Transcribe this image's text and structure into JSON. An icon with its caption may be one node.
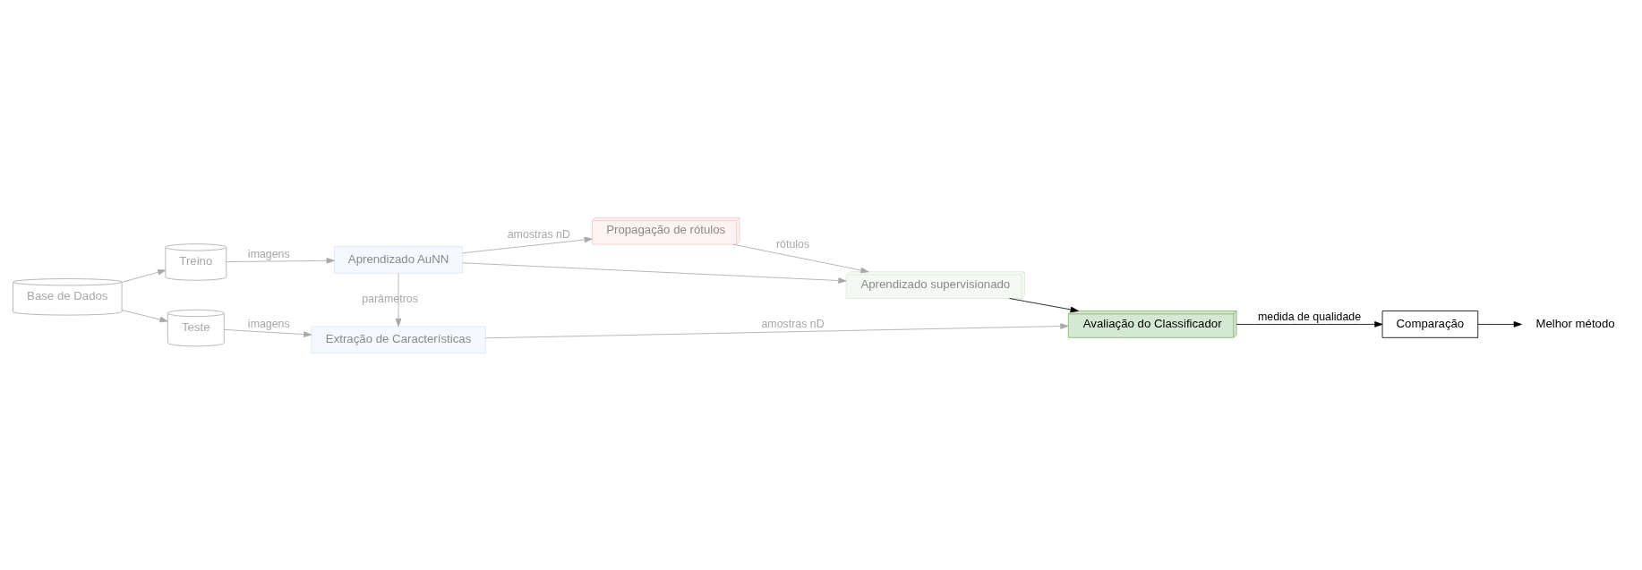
{
  "diagram": {
    "nodes": [
      {
        "text": [
          "Base de Dados"
        ]
      },
      {
        "text": [
          "Treino"
        ]
      },
      {
        "text": [
          "Teste"
        ]
      },
      {
        "text": [
          "Aprendizado AuNN"
        ]
      },
      {
        "text": [
          "Extração de Características"
        ]
      },
      {
        "text": [
          "Propagação de rótulos"
        ]
      },
      {
        "text": [
          "Aprendizado supervisionado"
        ]
      },
      {
        "text": [
          "Avaliação do Classificador"
        ]
      },
      {
        "text": [
          "Comparação"
        ]
      },
      {
        "text": [
          "Melhor método"
        ]
      }
    ],
    "edges": [
      {
        "from": 0,
        "to": 1,
        "arrow": "to"
      },
      {
        "from": 0,
        "to": 2,
        "arrow": "to"
      },
      {
        "from": 1,
        "to": 3,
        "arrow": "to",
        "label": "imagens"
      },
      {
        "from": 2,
        "to": 4,
        "arrow": "to",
        "label": "imagens"
      },
      {
        "from": 3,
        "to": 4,
        "arrow": "to",
        "label": "parâmetros"
      },
      {
        "from": 3,
        "to": 5,
        "arrow": "to",
        "label": "amostras nD"
      },
      {
        "from": 3,
        "to": 6,
        "arrow": "to"
      },
      {
        "from": 5,
        "to": 6,
        "arrow": "to",
        "label": "rótulos"
      },
      {
        "from": 4,
        "to": 7,
        "arrow": "to",
        "label": "amostras nD"
      },
      {
        "from": 6,
        "to": 7,
        "arrow": "to",
        "color": "#000000"
      },
      {
        "from": 7,
        "to": 8,
        "arrow": "to",
        "label": "medida de qualidade",
        "color": "#000000"
      },
      {
        "from": 8,
        "to": 9,
        "arrow": "to",
        "color": "#000000"
      }
    ]
  }
}
